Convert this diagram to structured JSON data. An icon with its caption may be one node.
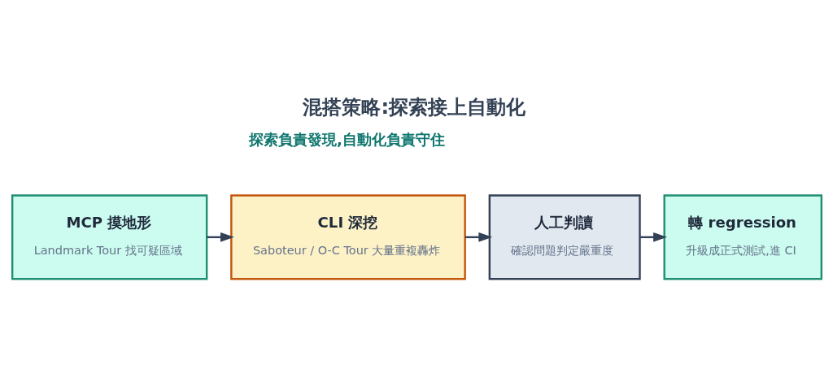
{
  "diagram": {
    "title": "混搭策略:探索接上自動化",
    "nodes": [
      {
        "text": [
          "MCP 摸地形",
          "Landmark Tour 找可疑區域"
        ]
      },
      {
        "text": [
          "CLI 深挖",
          "Saboteur / O-C Tour 大量重複轟炸"
        ]
      },
      {
        "text": [
          "人工判讀",
          "確認問題判定嚴重度"
        ]
      },
      {
        "text": [
          "轉 regression",
          "升級成正式測試,進 CI"
        ]
      }
    ],
    "edges": [
      {
        "from": 0,
        "to": 1,
        "arrow": "to"
      },
      {
        "from": 1,
        "to": 2,
        "arrow": "to"
      },
      {
        "from": 2,
        "to": 3,
        "arrow": "to"
      }
    ],
    "labels": [
      "探索負責發現,自動化負責守住"
    ]
  }
}
